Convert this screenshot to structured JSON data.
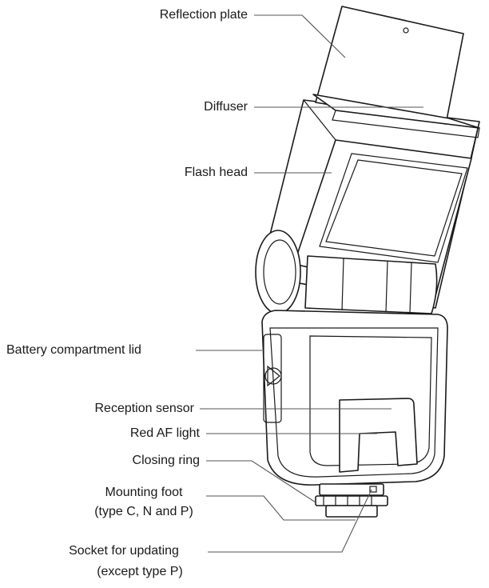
{
  "labels": {
    "reflection_plate": "Reflection plate",
    "diffuser": "Diffuser",
    "flash_head": "Flash head",
    "battery_lid": "Battery compartment lid",
    "reception_sensor": "Reception sensor",
    "red_af_light": "Red AF light",
    "closing_ring": "Closing ring",
    "mounting_foot_1": "Mounting foot",
    "mounting_foot_2": "(type C, N and P)",
    "socket_1": "Socket for updating",
    "socket_2": "(except type P)"
  },
  "colors": {
    "line": "#1a1a1a",
    "leader": "#555555",
    "background": "#ffffff"
  }
}
